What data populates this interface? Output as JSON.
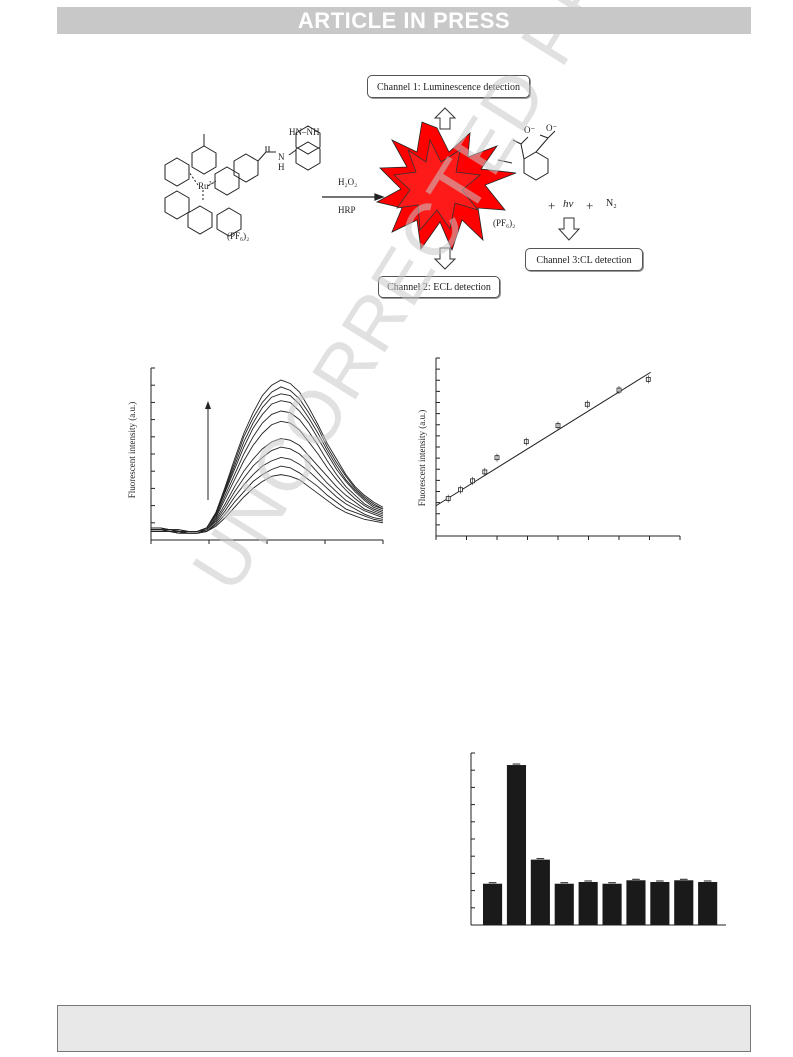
{
  "header": {
    "banner_text": "ARTICLE IN PRESS"
  },
  "watermark": {
    "text": "UNCORRECTED PROOF"
  },
  "scheme": {
    "channel1": "Channel 1: Luminescence detection",
    "channel2": "Channel 2: ECL detection",
    "channel3": "Channel 3:CL detection",
    "reagent_top": "H₂O₂",
    "reagent_bottom": "HRP",
    "counter_ion_left": "(PF₆)₂",
    "counter_ion_right": "(PF₆)₂",
    "metal_left": "Ru",
    "charge_left": "2+",
    "hydrazide": "HN–NH",
    "amide_nh": "N",
    "amide_h": "H",
    "products_plus1": "+",
    "products_hv": "hν",
    "products_plus2": "+",
    "products_n2": "N₂",
    "carboxylate1": "O⁻",
    "carboxylate2": "O⁻"
  },
  "chart_data": [
    {
      "type": "line",
      "ylabel": "Fluorescent intensity (a.u.)",
      "xlabel": "",
      "title": "",
      "x": [
        0,
        4,
        8,
        12,
        16,
        20,
        24,
        28,
        32,
        36,
        40,
        44,
        48,
        52,
        56,
        60,
        64,
        68,
        72,
        76,
        80,
        84,
        88,
        92,
        96,
        100
      ],
      "ylim": [
        0,
        100
      ],
      "series": [
        {
          "values": [
            5,
            5,
            5,
            4,
            4,
            4,
            5,
            8,
            13,
            19,
            25,
            30,
            34,
            37,
            38,
            37,
            35,
            31,
            27,
            23,
            19,
            16,
            14,
            12,
            11,
            10
          ]
        },
        {
          "values": [
            5,
            5,
            5,
            4,
            4,
            4,
            5,
            9,
            15,
            22,
            28,
            34,
            38,
            41,
            43,
            42,
            39,
            35,
            31,
            26,
            22,
            18,
            16,
            14,
            12,
            11
          ]
        },
        {
          "values": [
            5,
            5,
            5,
            4,
            4,
            4,
            5,
            10,
            17,
            25,
            32,
            38,
            43,
            46,
            48,
            47,
            44,
            40,
            35,
            30,
            25,
            21,
            18,
            15,
            13,
            12
          ]
        },
        {
          "values": [
            6,
            6,
            5,
            5,
            4,
            4,
            6,
            11,
            19,
            28,
            36,
            43,
            48,
            52,
            54,
            53,
            50,
            45,
            39,
            33,
            28,
            23,
            20,
            17,
            15,
            13
          ]
        },
        {
          "values": [
            6,
            6,
            5,
            5,
            4,
            4,
            6,
            12,
            21,
            31,
            40,
            47,
            53,
            57,
            59,
            58,
            55,
            49,
            43,
            37,
            31,
            26,
            22,
            18,
            16,
            14
          ]
        },
        {
          "values": [
            6,
            6,
            6,
            5,
            5,
            5,
            6,
            13,
            24,
            35,
            46,
            55,
            62,
            67,
            69,
            68,
            64,
            57,
            50,
            42,
            35,
            29,
            24,
            20,
            17,
            15
          ]
        },
        {
          "values": [
            6,
            6,
            6,
            5,
            5,
            5,
            7,
            14,
            26,
            38,
            50,
            60,
            68,
            73,
            75,
            74,
            70,
            63,
            55,
            46,
            38,
            31,
            26,
            21,
            18,
            16
          ]
        },
        {
          "values": [
            6,
            6,
            6,
            5,
            5,
            5,
            7,
            15,
            28,
            41,
            54,
            65,
            73,
            79,
            81,
            80,
            75,
            68,
            59,
            50,
            41,
            34,
            28,
            23,
            19,
            17
          ]
        },
        {
          "values": [
            7,
            7,
            6,
            6,
            5,
            5,
            7,
            15,
            29,
            43,
            57,
            68,
            77,
            83,
            85,
            84,
            79,
            71,
            62,
            52,
            43,
            35,
            29,
            24,
            20,
            18
          ]
        },
        {
          "values": [
            7,
            7,
            6,
            6,
            5,
            5,
            7,
            16,
            30,
            45,
            60,
            71,
            80,
            86,
            89,
            87,
            82,
            74,
            65,
            54,
            45,
            37,
            30,
            25,
            21,
            18
          ]
        },
        {
          "values": [
            7,
            7,
            6,
            6,
            5,
            5,
            7,
            16,
            31,
            47,
            62,
            74,
            84,
            90,
            93,
            91,
            86,
            77,
            67,
            56,
            47,
            38,
            31,
            26,
            22,
            19
          ]
        }
      ],
      "annotation": "arrow-up"
    },
    {
      "type": "scatter",
      "ylabel": "Fluorescent intensity (a.u.)",
      "xlabel": "",
      "title": "",
      "xlim": [
        0,
        100
      ],
      "ylim": [
        0,
        100
      ],
      "points": [
        {
          "x": 5,
          "y": 21
        },
        {
          "x": 10,
          "y": 26
        },
        {
          "x": 15,
          "y": 31
        },
        {
          "x": 20,
          "y": 36
        },
        {
          "x": 25,
          "y": 44
        },
        {
          "x": 37,
          "y": 53
        },
        {
          "x": 50,
          "y": 62
        },
        {
          "x": 62,
          "y": 74
        },
        {
          "x": 75,
          "y": 82
        },
        {
          "x": 87,
          "y": 88
        }
      ],
      "fit": {
        "x0": 0,
        "y0": 17,
        "x1": 88,
        "y1": 92
      }
    },
    {
      "type": "bar",
      "title": "",
      "xlabel": "",
      "ylabel": "",
      "ylim": [
        0,
        100
      ],
      "categories": [
        "",
        "",
        "",
        "",
        "",
        "",
        "",
        "",
        "",
        ""
      ],
      "values": [
        24,
        93,
        38,
        24,
        25,
        24,
        26,
        25,
        26,
        25
      ]
    }
  ]
}
